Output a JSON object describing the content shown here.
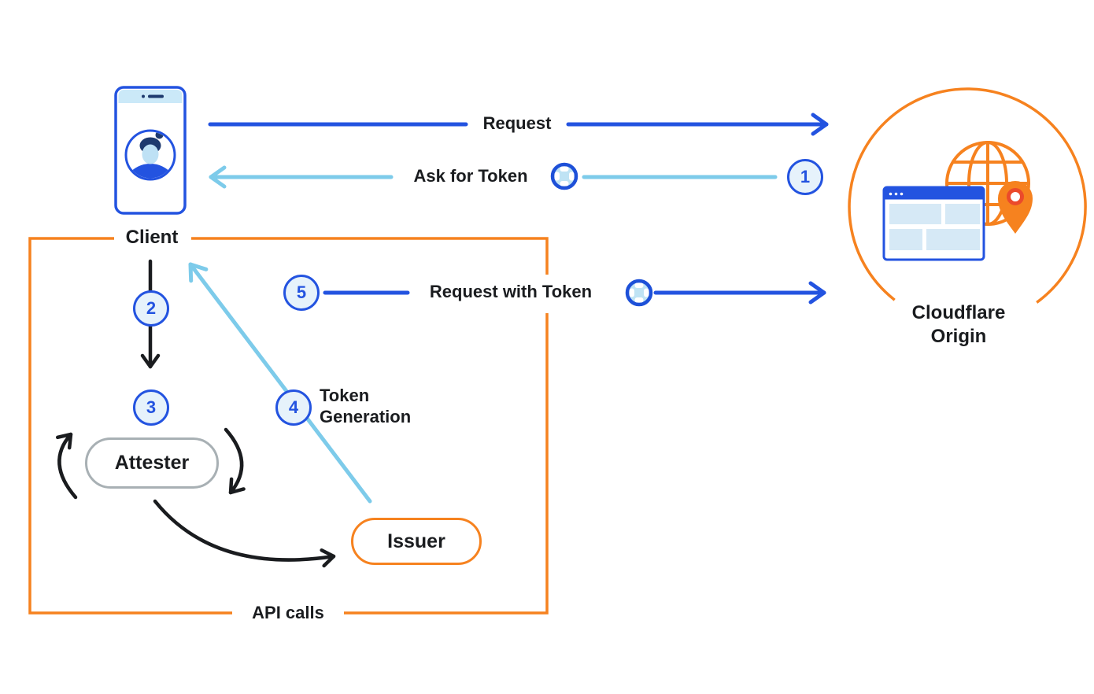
{
  "nodes": {
    "client": {
      "label": "Client"
    },
    "cloudflare_origin": {
      "label_line1": "Cloudflare",
      "label_line2": "Origin"
    },
    "attester": {
      "label": "Attester"
    },
    "issuer": {
      "label": "Issuer"
    }
  },
  "flows": {
    "request": "Request",
    "ask_for_token": "Ask for Token",
    "request_with_token": "Request with Token",
    "token_generation_line1": "Token",
    "token_generation_line2": "Generation",
    "api_calls": "API calls"
  },
  "steps": [
    {
      "number": "1"
    },
    {
      "number": "2"
    },
    {
      "number": "3"
    },
    {
      "number": "4"
    },
    {
      "number": "5"
    }
  ],
  "icons": {
    "client_device": "phone-icon",
    "client_user": "user-avatar-icon",
    "token": "token-icon",
    "origin_globe": "globe-icon",
    "origin_browser": "browser-window-icon",
    "origin_pin": "location-pin-icon"
  },
  "colors": {
    "blue": "#2353E0",
    "light_blue": "#7DCBEA",
    "orange": "#F6821F",
    "pin_ring": "#EB4A2B",
    "black": "#1A1C1F",
    "gray_border": "#A8B0B4",
    "step_fill": "#E6F2FB",
    "light_fill": "#CBE9F8",
    "block_fill": "#D6E9F6"
  }
}
